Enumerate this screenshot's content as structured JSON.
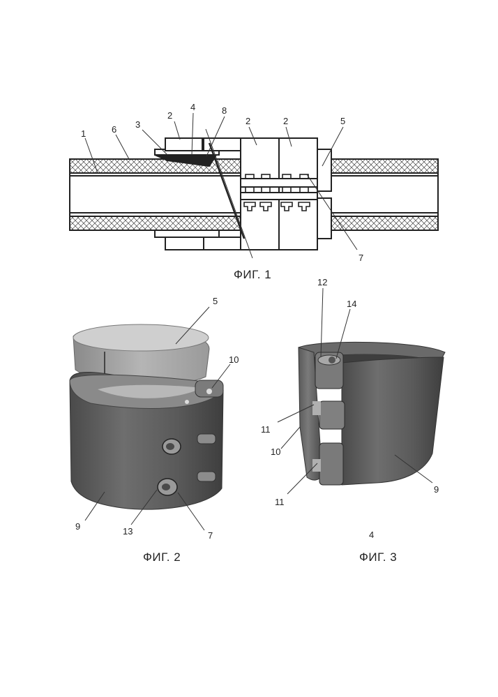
{
  "figures": {
    "fig1": {
      "caption": "ФИГ. 1",
      "labels": [
        "1",
        "6",
        "3",
        "2",
        "4",
        "8",
        "2",
        "2",
        "5",
        "7"
      ]
    },
    "fig2": {
      "caption": "ФИГ. 2",
      "labels": [
        "5",
        "10",
        "9",
        "13",
        "7"
      ]
    },
    "fig3": {
      "caption": "ФИГ. 3",
      "labels": [
        "12",
        "14",
        "11",
        "10",
        "11",
        "9"
      ]
    }
  },
  "page_number": "4"
}
